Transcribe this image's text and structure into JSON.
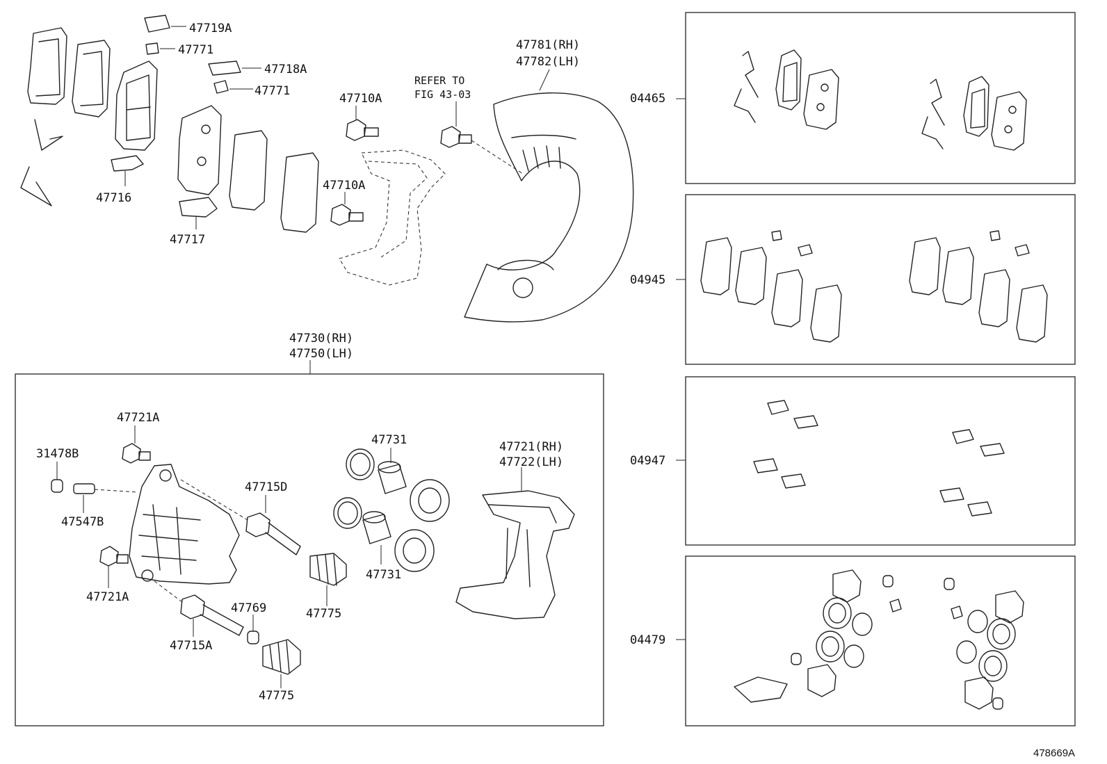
{
  "figure_id": "478669A",
  "refer_note": [
    "REFER TO",
    "FIG 43-03"
  ],
  "labels": {
    "p47719A": "47719A",
    "p47771a": "47771",
    "p47718A": "47718A",
    "p47771b": "47771",
    "p47716": "47716",
    "p47717": "47717",
    "p47710A_top": "47710A",
    "p47710A_bot": "47710A",
    "shield_rh": "47781(RH)",
    "shield_lh": "47782(LH)",
    "caliper_rh": "47730(RH)",
    "caliper_lh": "47750(LH)",
    "p47721A_top": "47721A",
    "p31478B": "31478B",
    "p47547B": "47547B",
    "p47721A_bot": "47721A",
    "p47715D": "47715D",
    "p47715A": "47715A",
    "p47769": "47769",
    "p47775_top": "47775",
    "p47775_bot": "47775",
    "p47731_top": "47731",
    "p47731_bot": "47731",
    "mount_rh": "47721(RH)",
    "mount_lh": "47722(LH)"
  },
  "kits": [
    {
      "code": "04465"
    },
    {
      "code": "04945"
    },
    {
      "code": "04947"
    },
    {
      "code": "04479"
    }
  ]
}
